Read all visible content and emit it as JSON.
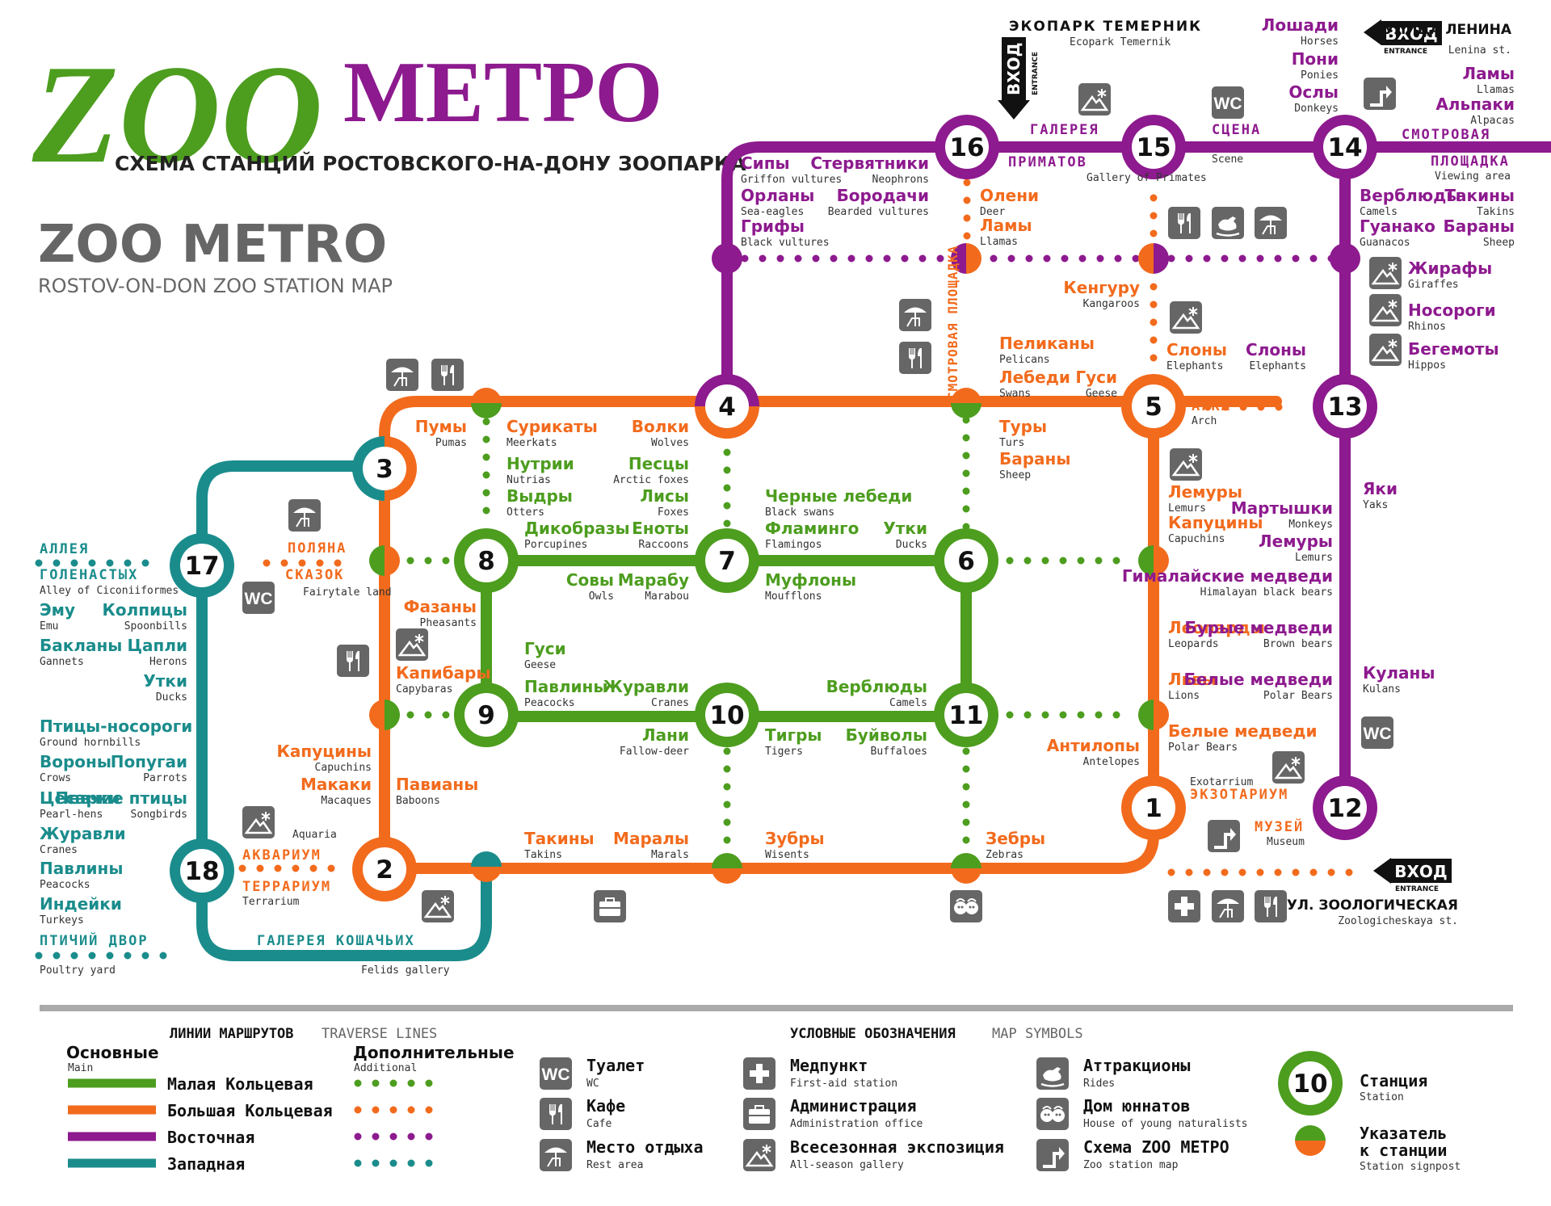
{
  "logo": {
    "zoo": "ZOO",
    "metro": "МЕТРО"
  },
  "subtitle_ru": "СХЕМА СТАНЦИЙ РОСТОВСКОГО-НА-ДОНУ ЗООПАРКА",
  "title_en": "ZOO METRO",
  "subtitle_en": "ROSTOV-ON-DON ZOO STATION MAP",
  "colors": {
    "green": "#4d9d1f",
    "orange": "#f26b1d",
    "purple": "#8d1a8e",
    "teal": "#1b8c8c",
    "icon": "#666666"
  },
  "entrances": [
    {
      "word": "ВХОД",
      "sub": "ENTRANCE",
      "name_ru": "ЭКОПАРК ТЕМЕРНИК",
      "name_en": "Ecopark Temernik"
    },
    {
      "word": "ВХОД",
      "sub": "ENTRANCE",
      "name_ru": "УЛИЦА ЛЕНИНА",
      "name_en": "Lenina st."
    },
    {
      "word": "ВХОД",
      "sub": "ENTRANCE",
      "name_ru": "УЛ. ЗООЛОГИЧЕСКАЯ",
      "name_en": "Zoologicheskaya st."
    }
  ],
  "stations": [
    {
      "num": "1",
      "line": "orange"
    },
    {
      "num": "2",
      "line": "orange"
    },
    {
      "num": "3",
      "line": "teal-orange"
    },
    {
      "num": "4",
      "line": "purple-orange"
    },
    {
      "num": "5",
      "line": "orange"
    },
    {
      "num": "6",
      "line": "green"
    },
    {
      "num": "7",
      "line": "green"
    },
    {
      "num": "8",
      "line": "green"
    },
    {
      "num": "9",
      "line": "green"
    },
    {
      "num": "10",
      "line": "green"
    },
    {
      "num": "11",
      "line": "green"
    },
    {
      "num": "12",
      "line": "purple"
    },
    {
      "num": "13",
      "line": "purple"
    },
    {
      "num": "14",
      "line": "purple"
    },
    {
      "num": "15",
      "line": "purple"
    },
    {
      "num": "16",
      "line": "purple"
    },
    {
      "num": "17",
      "line": "teal"
    },
    {
      "num": "18",
      "line": "teal"
    }
  ],
  "named_places": [
    {
      "ru": "ГАЛЕРЕЯ",
      "en": ""
    },
    {
      "ru": "ПРИМАТОВ",
      "en": "Gallery of Primates"
    },
    {
      "ru": "СЦЕНА",
      "en": "Scene"
    },
    {
      "ru": "СМОТРОВАЯ",
      "en": ""
    },
    {
      "ru": "ПЛОЩАДКА",
      "en": "Viewing area"
    },
    {
      "ru": "АРКА",
      "en": "Arch"
    },
    {
      "ru": "ЭКЗОТАРИУМ",
      "en": "Exotarrium"
    },
    {
      "ru": "МУЗЕЙ",
      "en": "Museum"
    },
    {
      "ru": "ПОЛЯНА",
      "en": ""
    },
    {
      "ru": "СКАЗОК",
      "en": "Fairytale land"
    },
    {
      "ru": "АЛЛЕЯ",
      "en": ""
    },
    {
      "ru": "ГОЛЕНАСТЫХ",
      "en": "Alley of Ciconiiformes"
    },
    {
      "ru": "АКВАРИУМ",
      "en": "Aquaria"
    },
    {
      "ru": "ТЕРРАРИУМ",
      "en": "Terrarium"
    },
    {
      "ru": "ГАЛЕРЕЯ КОШАЧЬИХ",
      "en": "Felids gallery"
    },
    {
      "ru": "ПТИЧИЙ ДВОР",
      "en": "Poultry yard"
    },
    {
      "ru": "СМОТРОВАЯ ПЛОЩАДКА",
      "en": ""
    }
  ],
  "animals": [
    {
      "ru": "Лошади",
      "en": "Horses"
    },
    {
      "ru": "Пони",
      "en": "Ponies"
    },
    {
      "ru": "Ослы",
      "en": "Donkeys"
    },
    {
      "ru": "Ламы",
      "en": "Llamas"
    },
    {
      "ru": "Альпаки",
      "en": "Alpacas"
    },
    {
      "ru": "Сипы",
      "en": "Griffon vultures"
    },
    {
      "ru": "Стервятники",
      "en": "Neophrons"
    },
    {
      "ru": "Орланы",
      "en": "Sea-eagles"
    },
    {
      "ru": "Бородачи",
      "en": "Bearded vultures"
    },
    {
      "ru": "Грифы",
      "en": "Black vultures"
    },
    {
      "ru": "Олени",
      "en": "Deer"
    },
    {
      "ru": "Ламы",
      "en": "Llamas"
    },
    {
      "ru": "Верблюды",
      "en": "Camels"
    },
    {
      "ru": "Такины",
      "en": "Takins"
    },
    {
      "ru": "Гуанако",
      "en": "Guanacos"
    },
    {
      "ru": "Бараны",
      "en": "Sheep"
    },
    {
      "ru": "Жирафы",
      "en": "Giraffes"
    },
    {
      "ru": "Носороги",
      "en": "Rhinos"
    },
    {
      "ru": "Бегемоты",
      "en": "Hippos"
    },
    {
      "ru": "Кенгуру",
      "en": "Kangaroos"
    },
    {
      "ru": "Слоны",
      "en": "Elephants"
    },
    {
      "ru": "Слоны",
      "en": "Elephants"
    },
    {
      "ru": "Пеликаны",
      "en": "Pelicans"
    },
    {
      "ru": "Лебеди",
      "en": "Swans"
    },
    {
      "ru": "Гуси",
      "en": "Geese"
    },
    {
      "ru": "Пумы",
      "en": "Pumas"
    },
    {
      "ru": "Сурикаты",
      "en": "Meerkats"
    },
    {
      "ru": "Волки",
      "en": "Wolves"
    },
    {
      "ru": "Нутрии",
      "en": "Nutrias"
    },
    {
      "ru": "Песцы",
      "en": "Arctic foxes"
    },
    {
      "ru": "Выдры",
      "en": "Otters"
    },
    {
      "ru": "Лисы",
      "en": "Foxes"
    },
    {
      "ru": "Дикобразы",
      "en": "Porcupines"
    },
    {
      "ru": "Еноты",
      "en": "Raccoons"
    },
    {
      "ru": "Туры",
      "en": "Turs"
    },
    {
      "ru": "Бараны",
      "en": "Sheep"
    },
    {
      "ru": "Черные лебеди",
      "en": "Black swans"
    },
    {
      "ru": "Фламинго",
      "en": "Flamingos"
    },
    {
      "ru": "Утки",
      "en": "Ducks"
    },
    {
      "ru": "Совы",
      "en": "Owls"
    },
    {
      "ru": "Марабу",
      "en": "Marabou"
    },
    {
      "ru": "Муфлоны",
      "en": "Moufflons"
    },
    {
      "ru": "Фазаны",
      "en": "Pheasants"
    },
    {
      "ru": "Капибары",
      "en": "Capybaras"
    },
    {
      "ru": "Гуси",
      "en": "Geese"
    },
    {
      "ru": "Павлины",
      "en": "Peacocks"
    },
    {
      "ru": "Журавли",
      "en": "Cranes"
    },
    {
      "ru": "Лани",
      "en": "Fallow-deer"
    },
    {
      "ru": "Верблюды",
      "en": "Camels"
    },
    {
      "ru": "Тигры",
      "en": "Tigers"
    },
    {
      "ru": "Буйволы",
      "en": "Buffaloes"
    },
    {
      "ru": "Капуцины",
      "en": "Capuchins"
    },
    {
      "ru": "Макаки",
      "en": "Macaques"
    },
    {
      "ru": "Павианы",
      "en": "Baboons"
    },
    {
      "ru": "Такины",
      "en": "Takins"
    },
    {
      "ru": "Маралы",
      "en": "Marals"
    },
    {
      "ru": "Зубры",
      "en": "Wisents"
    },
    {
      "ru": "Зебры",
      "en": "Zebras"
    },
    {
      "ru": "Антилопы",
      "en": "Antelopes"
    },
    {
      "ru": "Белые медведи",
      "en": "Polar Bears"
    },
    {
      "ru": "Лемуры",
      "en": "Lemurs"
    },
    {
      "ru": "Капуцины",
      "en": "Capuchins"
    },
    {
      "ru": "Леопарды",
      "en": "Leopards"
    },
    {
      "ru": "Львы",
      "en": "Lions"
    },
    {
      "ru": "Мартышки",
      "en": "Monkeys"
    },
    {
      "ru": "Лемуры",
      "en": "Lemurs"
    },
    {
      "ru": "Гималайские медведи",
      "en": "Himalayan black bears"
    },
    {
      "ru": "Бурые медведи",
      "en": "Brown bears"
    },
    {
      "ru": "Белые медведи",
      "en": "Polar Bears"
    },
    {
      "ru": "Яки",
      "en": "Yaks"
    },
    {
      "ru": "Куланы",
      "en": "Kulans"
    },
    {
      "ru": "Эму",
      "en": "Emu"
    },
    {
      "ru": "Колпицы",
      "en": "Spoonbills"
    },
    {
      "ru": "Бакланы",
      "en": "Gannets"
    },
    {
      "ru": "Цапли",
      "en": "Herons"
    },
    {
      "ru": "Утки",
      "en": "Ducks"
    },
    {
      "ru": "Птицы-носороги",
      "en": "Ground hornbills"
    },
    {
      "ru": "Вороны",
      "en": "Crows"
    },
    {
      "ru": "Попугаи",
      "en": "Parrots"
    },
    {
      "ru": "Цесарки",
      "en": "Pearl-hens"
    },
    {
      "ru": "Певчие птицы",
      "en": "Songbirds"
    },
    {
      "ru": "Журавли",
      "en": "Cranes"
    },
    {
      "ru": "Павлины",
      "en": "Peacocks"
    },
    {
      "ru": "Индейки",
      "en": "Turkeys"
    }
  ],
  "legend": {
    "lines_title_ru": "ЛИНИИ МАРШРУТОВ",
    "lines_title_en": "TRAVERSE LINES",
    "main_ru": "Основные",
    "main_en": "Main",
    "additional_ru": "Дополнительные",
    "additional_en": "Additional",
    "lines": [
      {
        "name": "Малая Кольцевая",
        "color": "#4d9d1f"
      },
      {
        "name": "Большая Кольцевая",
        "color": "#f26b1d"
      },
      {
        "name": "Восточная",
        "color": "#8d1a8e"
      },
      {
        "name": "Западная",
        "color": "#1b8c8c"
      }
    ],
    "symbols_title_ru": "УСЛОВНЫЕ ОБОЗНАЧЕНИЯ",
    "symbols_title_en": "MAP SYMBOLS",
    "symbols": [
      {
        "icon": "wc-icon",
        "ru": "Туалет",
        "en": "WC"
      },
      {
        "icon": "cafe-icon",
        "ru": "Кафе",
        "en": "Cafe"
      },
      {
        "icon": "rest-area-icon",
        "ru": "Место отдыха",
        "en": "Rest area"
      },
      {
        "icon": "first-aid-icon",
        "ru": "Медпункт",
        "en": "First-aid station"
      },
      {
        "icon": "administration-icon",
        "ru": "Администрация",
        "en": "Administration office"
      },
      {
        "icon": "all-season-gallery-icon",
        "ru": "Всесезонная экспозиция",
        "en": "All-season gallery"
      },
      {
        "icon": "rides-icon",
        "ru": "Аттракционы",
        "en": "Rides"
      },
      {
        "icon": "young-naturalists-icon",
        "ru": "Дом юннатов",
        "en": "House of young naturalists"
      },
      {
        "icon": "station-map-icon",
        "ru": "Схема ZOO МЕТРО",
        "en": "Zoo station map"
      }
    ],
    "station_ru": "Станция",
    "station_en": "Station",
    "station_num": "10",
    "signpost_ru": "Указатель к станции",
    "signpost_en": "Station signpost"
  },
  "icon_labels": {
    "wc": "WC"
  }
}
